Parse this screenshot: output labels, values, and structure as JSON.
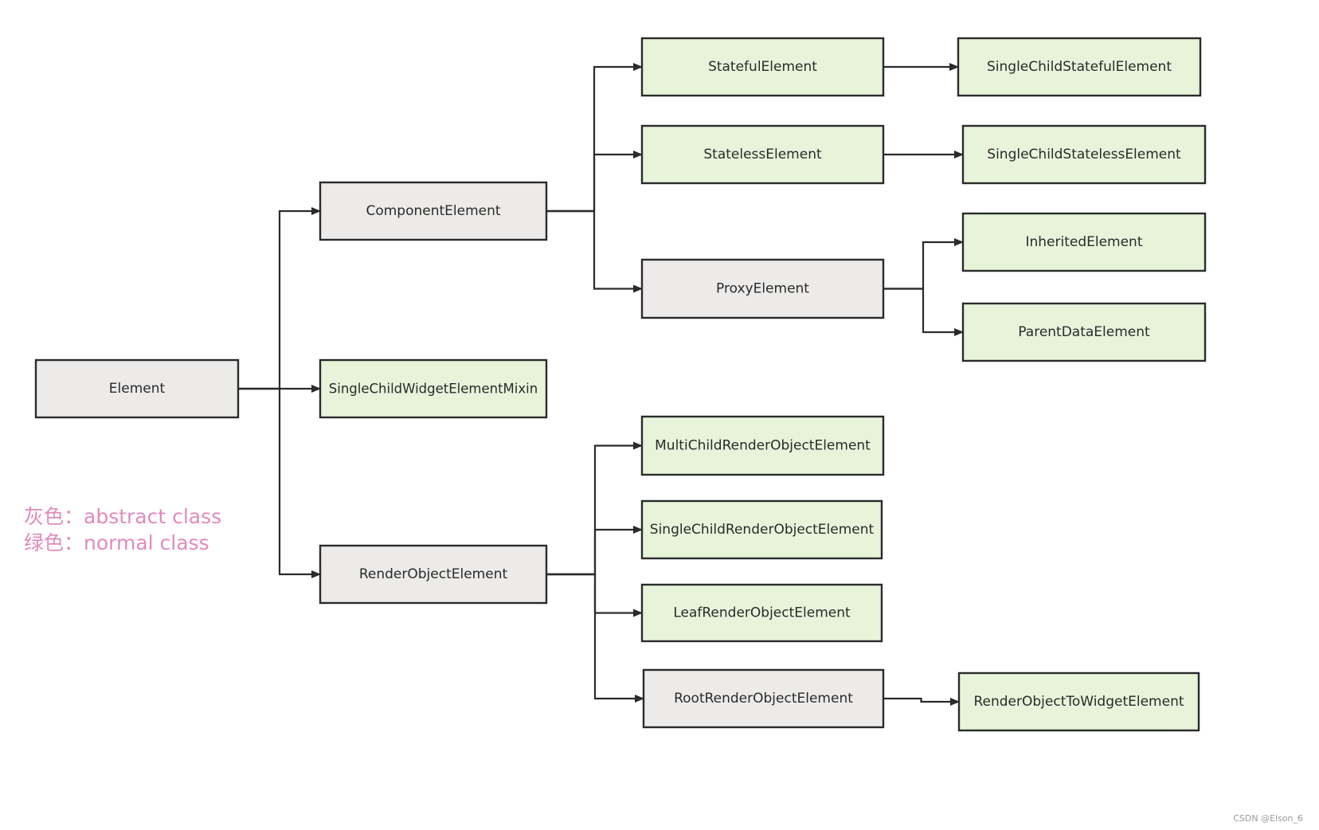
{
  "colors": {
    "abstract_fill": "#ecebea",
    "normal_fill": "#e7f4da",
    "border": "#2b2b2b",
    "legend_text": "#e08bbd"
  },
  "nodes": [
    {
      "id": "element",
      "label": "Element",
      "kind": "abstract"
    },
    {
      "id": "component",
      "label": "ComponentElement",
      "kind": "abstract"
    },
    {
      "id": "singlechildmixin",
      "label": "SingleChildWidgetElementMixin",
      "kind": "normal"
    },
    {
      "id": "renderobject",
      "label": "RenderObjectElement",
      "kind": "abstract"
    },
    {
      "id": "stateful",
      "label": "StatefulElement",
      "kind": "normal"
    },
    {
      "id": "stateless",
      "label": "StatelessElement",
      "kind": "normal"
    },
    {
      "id": "proxy",
      "label": "ProxyElement",
      "kind": "abstract"
    },
    {
      "id": "singlechildstateful",
      "label": "SingleChildStatefulElement",
      "kind": "normal"
    },
    {
      "id": "singlechildstateless",
      "label": "SingleChildStatelessElement",
      "kind": "normal"
    },
    {
      "id": "inherited",
      "label": "InheritedElement",
      "kind": "normal"
    },
    {
      "id": "parentdata",
      "label": "ParentDataElement",
      "kind": "normal"
    },
    {
      "id": "multichild",
      "label": "MultiChildRenderObjectElement",
      "kind": "normal"
    },
    {
      "id": "singlechildro",
      "label": "SingleChildRenderObjectElement",
      "kind": "normal"
    },
    {
      "id": "leafro",
      "label": "LeafRenderObjectElement",
      "kind": "normal"
    },
    {
      "id": "rootro",
      "label": "RootRenderObjectElement",
      "kind": "abstract"
    },
    {
      "id": "rotowidget",
      "label": "RenderObjectToWidgetElement",
      "kind": "normal"
    }
  ],
  "edges": [
    {
      "from": "element",
      "to": "component"
    },
    {
      "from": "element",
      "to": "singlechildmixin"
    },
    {
      "from": "element",
      "to": "renderobject"
    },
    {
      "from": "component",
      "to": "stateful"
    },
    {
      "from": "component",
      "to": "stateless"
    },
    {
      "from": "component",
      "to": "proxy"
    },
    {
      "from": "stateful",
      "to": "singlechildstateful"
    },
    {
      "from": "stateless",
      "to": "singlechildstateless"
    },
    {
      "from": "proxy",
      "to": "inherited"
    },
    {
      "from": "proxy",
      "to": "parentdata"
    },
    {
      "from": "renderobject",
      "to": "multichild"
    },
    {
      "from": "renderobject",
      "to": "singlechildro"
    },
    {
      "from": "renderobject",
      "to": "leafro"
    },
    {
      "from": "renderobject",
      "to": "rootro"
    },
    {
      "from": "rootro",
      "to": "rotowidget"
    }
  ],
  "legend": {
    "abstract": "灰色：abstract class",
    "normal": "绿色：normal class"
  },
  "watermark": "CSDN @Elson_6"
}
